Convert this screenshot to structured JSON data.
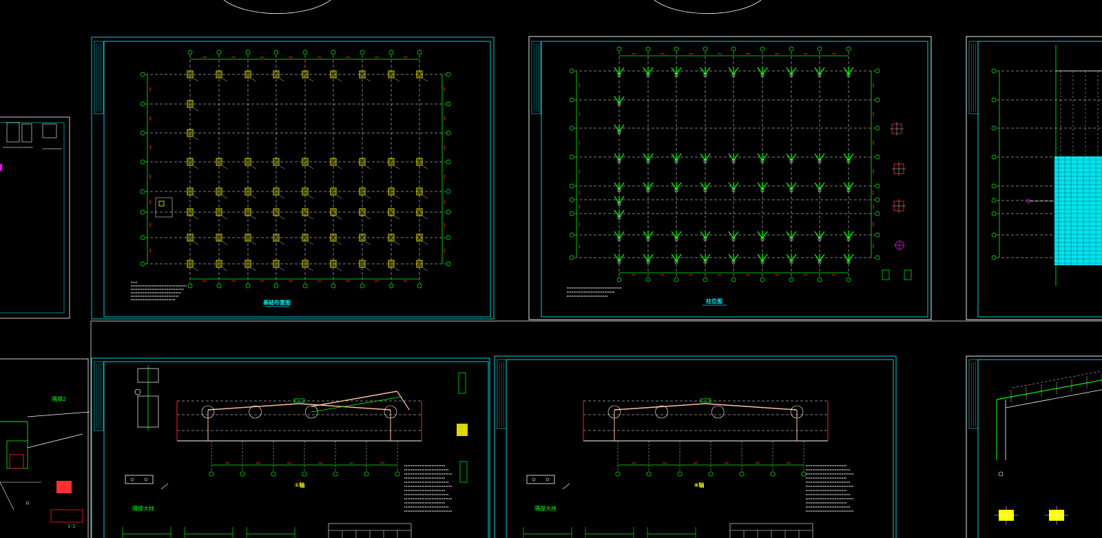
{
  "app": {
    "view": "cad-model-space",
    "background": "#000000"
  },
  "colors": {
    "frame": "#00e5ee",
    "outer_frame": "#ffffff",
    "grid": "#ffffff",
    "axis_green": "#00ff00",
    "column_yellow": "#ffff00",
    "dimension_red": "#ff2020",
    "label_cyan": "#00e5ee",
    "hatch_cyan": "#00ffff",
    "magenta": "#ff00ff"
  },
  "sheets": [
    {
      "id": "foundation-plan",
      "title": "基础布置图",
      "type": "plan"
    },
    {
      "id": "column-plan",
      "title": "柱位图",
      "type": "plan"
    },
    {
      "id": "roof-plan",
      "title": "",
      "type": "plan-partial"
    },
    {
      "id": "section-1",
      "title": "①轴",
      "type": "elevation",
      "detail_label": "隅撑大样"
    },
    {
      "id": "section-2",
      "title": "⑥轴",
      "type": "elevation",
      "detail_label": "隅撑大样"
    },
    {
      "id": "detail-left",
      "title": "",
      "type": "detail",
      "labels": [
        "隅撑2",
        "1-1"
      ]
    },
    {
      "id": "detail-right",
      "title": "",
      "type": "detail"
    }
  ]
}
